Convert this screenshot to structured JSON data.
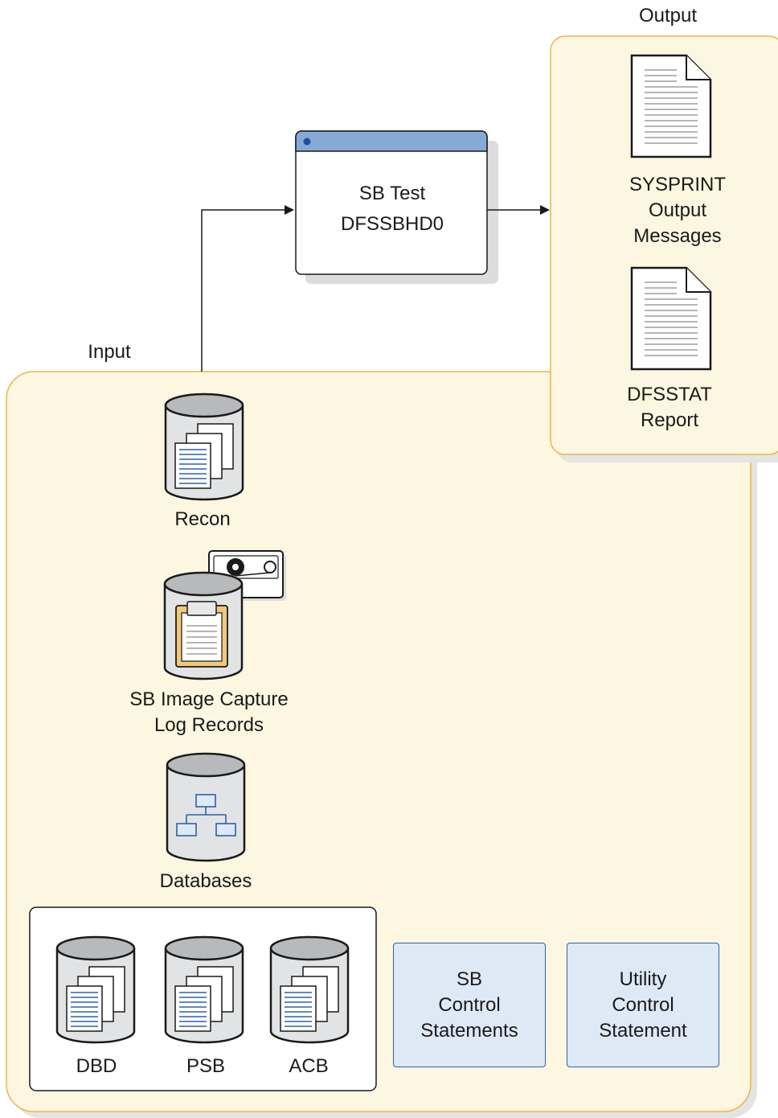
{
  "diagram": {
    "output_title": "Output",
    "input_title": "Input",
    "program": {
      "line1": "SB Test",
      "line2": "DFSSBHD0"
    },
    "outputs": [
      {
        "lines": [
          "SYSPRINT",
          "Output",
          "Messages"
        ],
        "icon": "document-icon"
      },
      {
        "lines": [
          "DFSSTAT",
          "Report"
        ],
        "icon": "document-icon"
      }
    ],
    "inputs": {
      "recon": {
        "label": "Recon",
        "icon": "database-documents-icon"
      },
      "image_capture": {
        "lines": [
          "SB Image Capture",
          "Log Records"
        ],
        "icon": "database-clipboard-tape-icon"
      },
      "databases": {
        "label": "Databases",
        "icon": "database-hierarchy-icon"
      },
      "libraries": [
        {
          "label": "DBD",
          "icon": "database-documents-icon"
        },
        {
          "label": "PSB",
          "icon": "database-documents-icon"
        },
        {
          "label": "ACB",
          "icon": "database-documents-icon"
        }
      ]
    },
    "control_statements": [
      {
        "lines": [
          "SB",
          "Control",
          "Statements"
        ]
      },
      {
        "lines": [
          "Utility",
          "Control",
          "Statement"
        ]
      }
    ],
    "colors": {
      "panel_fill": "#fdf6e1",
      "panel_border": "#efb348",
      "title_bar": "#86aad6",
      "control_fill": "#dde9f5",
      "control_border": "#2d62a8",
      "accent_blue": "#2d62a8"
    }
  }
}
